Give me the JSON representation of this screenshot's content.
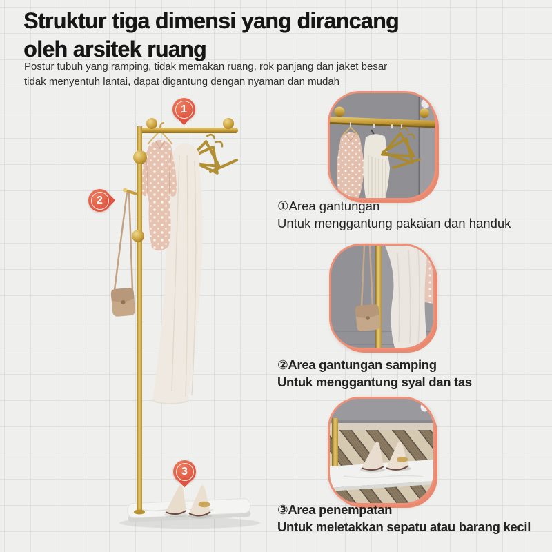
{
  "header": {
    "title_line1": "Struktur tiga dimensi yang dirancang",
    "title_line2": "oleh arsitek ruang",
    "subtitle_line1": "Postur tubuh yang ramping, tidak memakan ruang, rok panjang dan jaket besar",
    "subtitle_line2": "tidak menyentuh lantai, dapat digantung dengan nyaman dan mudah"
  },
  "markers": [
    {
      "number": "1"
    },
    {
      "number": "2"
    },
    {
      "number": "3"
    }
  ],
  "features": [
    {
      "title": "①Area gantungan",
      "desc": "Untuk menggantung pakaian dan handuk",
      "image": "rail-with-hangers"
    },
    {
      "title": "②Area gantungan samping",
      "desc": "Untuk menggantung syal dan tas",
      "image": "side-hook-with-bag"
    },
    {
      "title": "③Area penempatan",
      "desc": "Untuk meletakkan sepatu atau barang kecil",
      "image": "marble-base-with-shoes"
    }
  ],
  "colors": {
    "accent": "#de5440",
    "accent_light": "#ee9078",
    "gold": "#c9a23e",
    "background": "#eff0ee"
  }
}
